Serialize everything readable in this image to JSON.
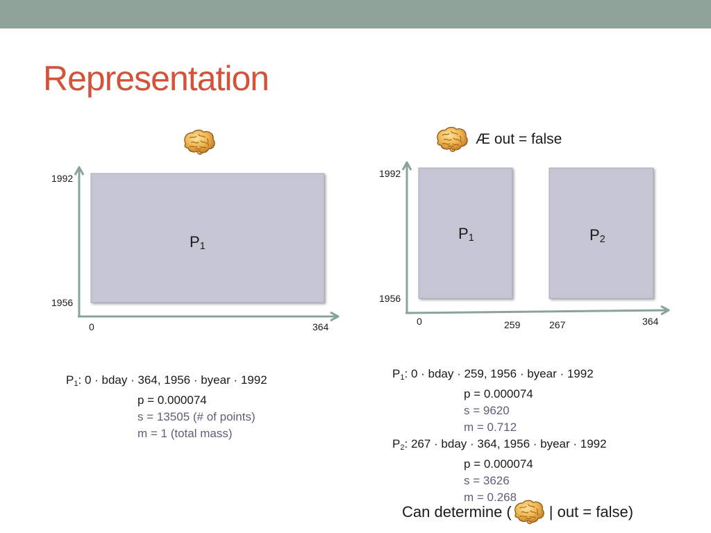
{
  "slide": {
    "title": "Representation",
    "accent_color": "#d2533a",
    "topbar_color": "#8fa39b",
    "box_color": "#c5c5d3",
    "axis_color": "#8aa39a"
  },
  "left_diagram": {
    "icon": "brain-icon",
    "y_top": "1992",
    "y_bottom": "1956",
    "x_left": "0",
    "x_right": "364",
    "region": {
      "name": "P",
      "sub": "1"
    },
    "desc": {
      "name": "P",
      "sub": "1",
      "constraint": ": 0 · bday · 364, 1956 · byear · 1992",
      "p": "p = 0.000074",
      "s": "s = 13505 (# of points)",
      "m": "m = 1 (total mass)"
    }
  },
  "right_diagram": {
    "icon": "brain-icon",
    "condition": "Æ out = false",
    "y_top": "1992",
    "y_bottom": "1956",
    "x_left": "0",
    "x_mid1": "259",
    "x_mid2": "267",
    "x_right": "364",
    "regions": [
      {
        "name": "P",
        "sub": "1"
      },
      {
        "name": "P",
        "sub": "2"
      }
    ],
    "descs": [
      {
        "name": "P",
        "sub": "1",
        "constraint": ": 0 · bday · 259, 1956 · byear · 1992",
        "p": "p = 0.000074",
        "s": "s = 9620",
        "m": "m = 0.712"
      },
      {
        "name": "P",
        "sub": "2",
        "constraint": ": 267 · bday · 364, 1956 · byear · 1992",
        "p": "p = 0.000074",
        "s": "s = 3626",
        "m": "m = 0.268"
      }
    ]
  },
  "bottom": {
    "prefix": "Can determine (",
    "icon": "brain-icon",
    "suffix": "| out = false)"
  }
}
